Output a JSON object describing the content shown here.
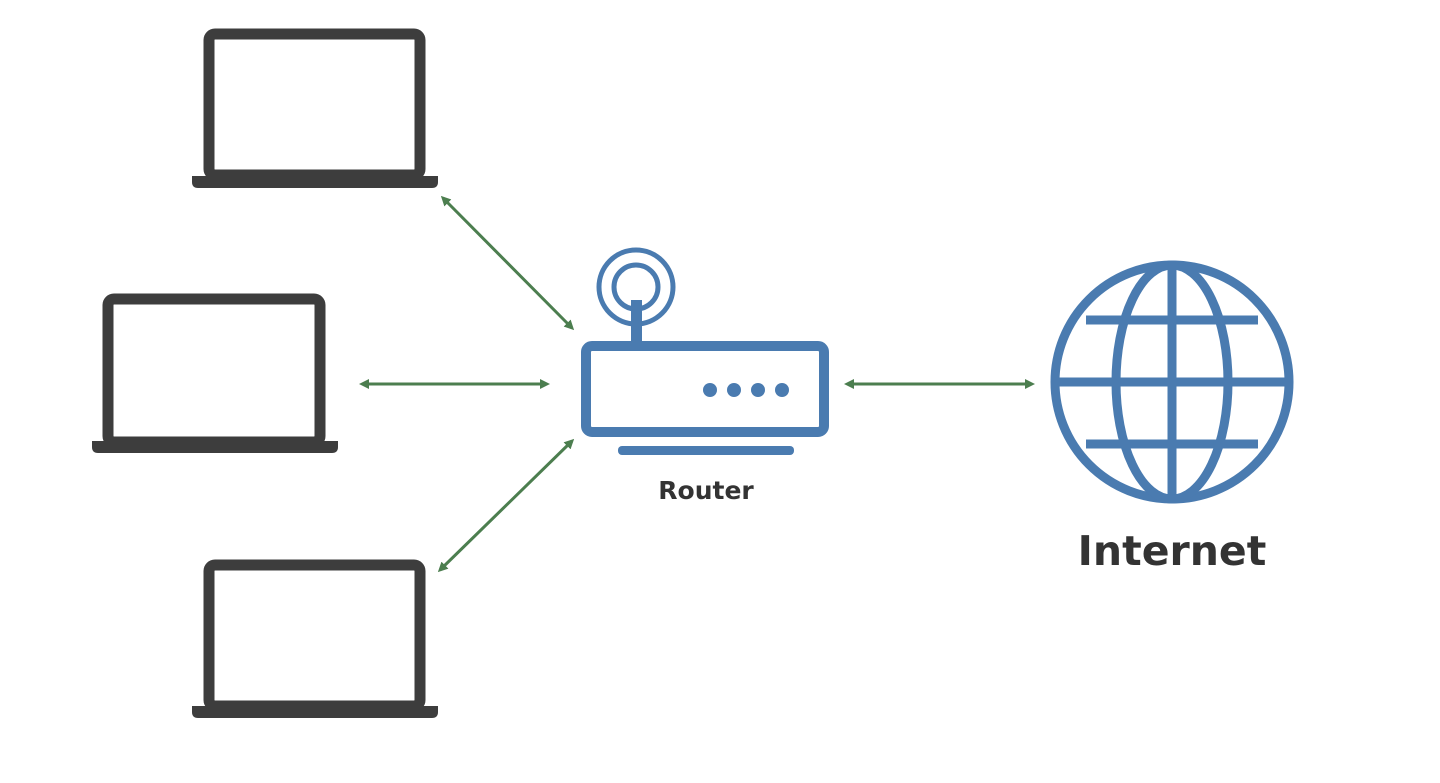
{
  "labels": {
    "router": "Router",
    "internet": "Internet"
  },
  "icons": {
    "laptops": [
      "laptop-icon",
      "laptop-icon",
      "laptop-icon"
    ],
    "router": "router-icon",
    "internet": "globe-icon"
  },
  "colors": {
    "background": "#ffffff",
    "laptop": "#3d3d3d",
    "router": "#4a7bb0",
    "globe": "#4a7bb0",
    "connection": "#4c7e4f",
    "label_text": "#333333"
  },
  "connections": [
    {
      "from": "laptop-1",
      "to": "router",
      "bidirectional": true
    },
    {
      "from": "laptop-2",
      "to": "router",
      "bidirectional": true
    },
    {
      "from": "laptop-3",
      "to": "router",
      "bidirectional": true
    },
    {
      "from": "router",
      "to": "internet",
      "bidirectional": true
    }
  ]
}
